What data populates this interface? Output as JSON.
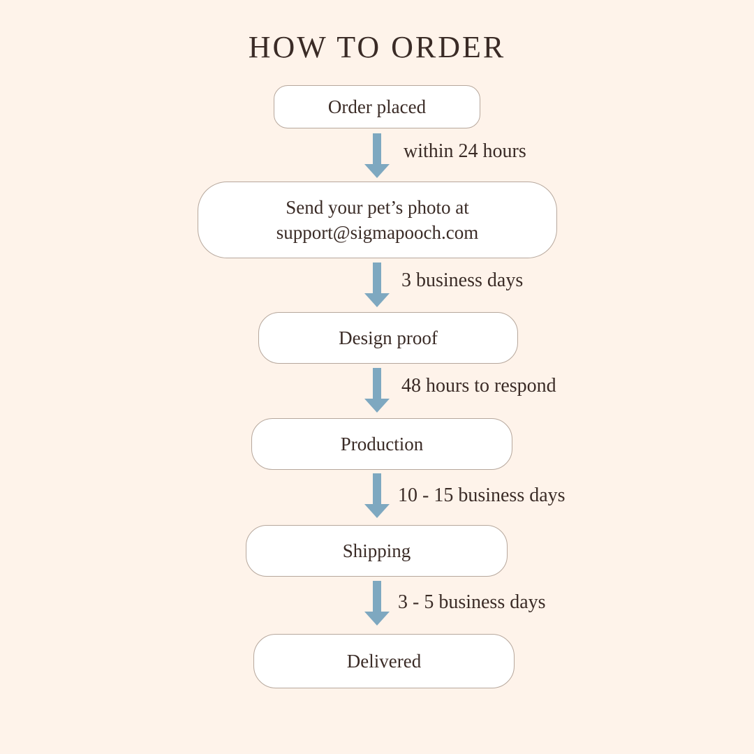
{
  "title": "HOW TO ORDER",
  "colors": {
    "background": "#fef3ea",
    "box_fill": "#ffffff",
    "box_border": "#b6a79c",
    "text": "#3a2b26",
    "arrow": "#7ea8c0"
  },
  "flow": {
    "steps": [
      {
        "lines": [
          "Order placed"
        ]
      },
      {
        "lines": [
          "Send your pet’s photo at",
          "support@sigmapooch.com"
        ]
      },
      {
        "lines": [
          "Design proof"
        ]
      },
      {
        "lines": [
          "Production"
        ]
      },
      {
        "lines": [
          "Shipping"
        ]
      },
      {
        "lines": [
          "Delivered"
        ]
      }
    ],
    "transitions": [
      {
        "label": "within 24 hours"
      },
      {
        "label": "3 business days"
      },
      {
        "label": "48 hours to respond"
      },
      {
        "label": "10 - 15 business days"
      },
      {
        "label": "3 - 5 business days"
      }
    ]
  }
}
